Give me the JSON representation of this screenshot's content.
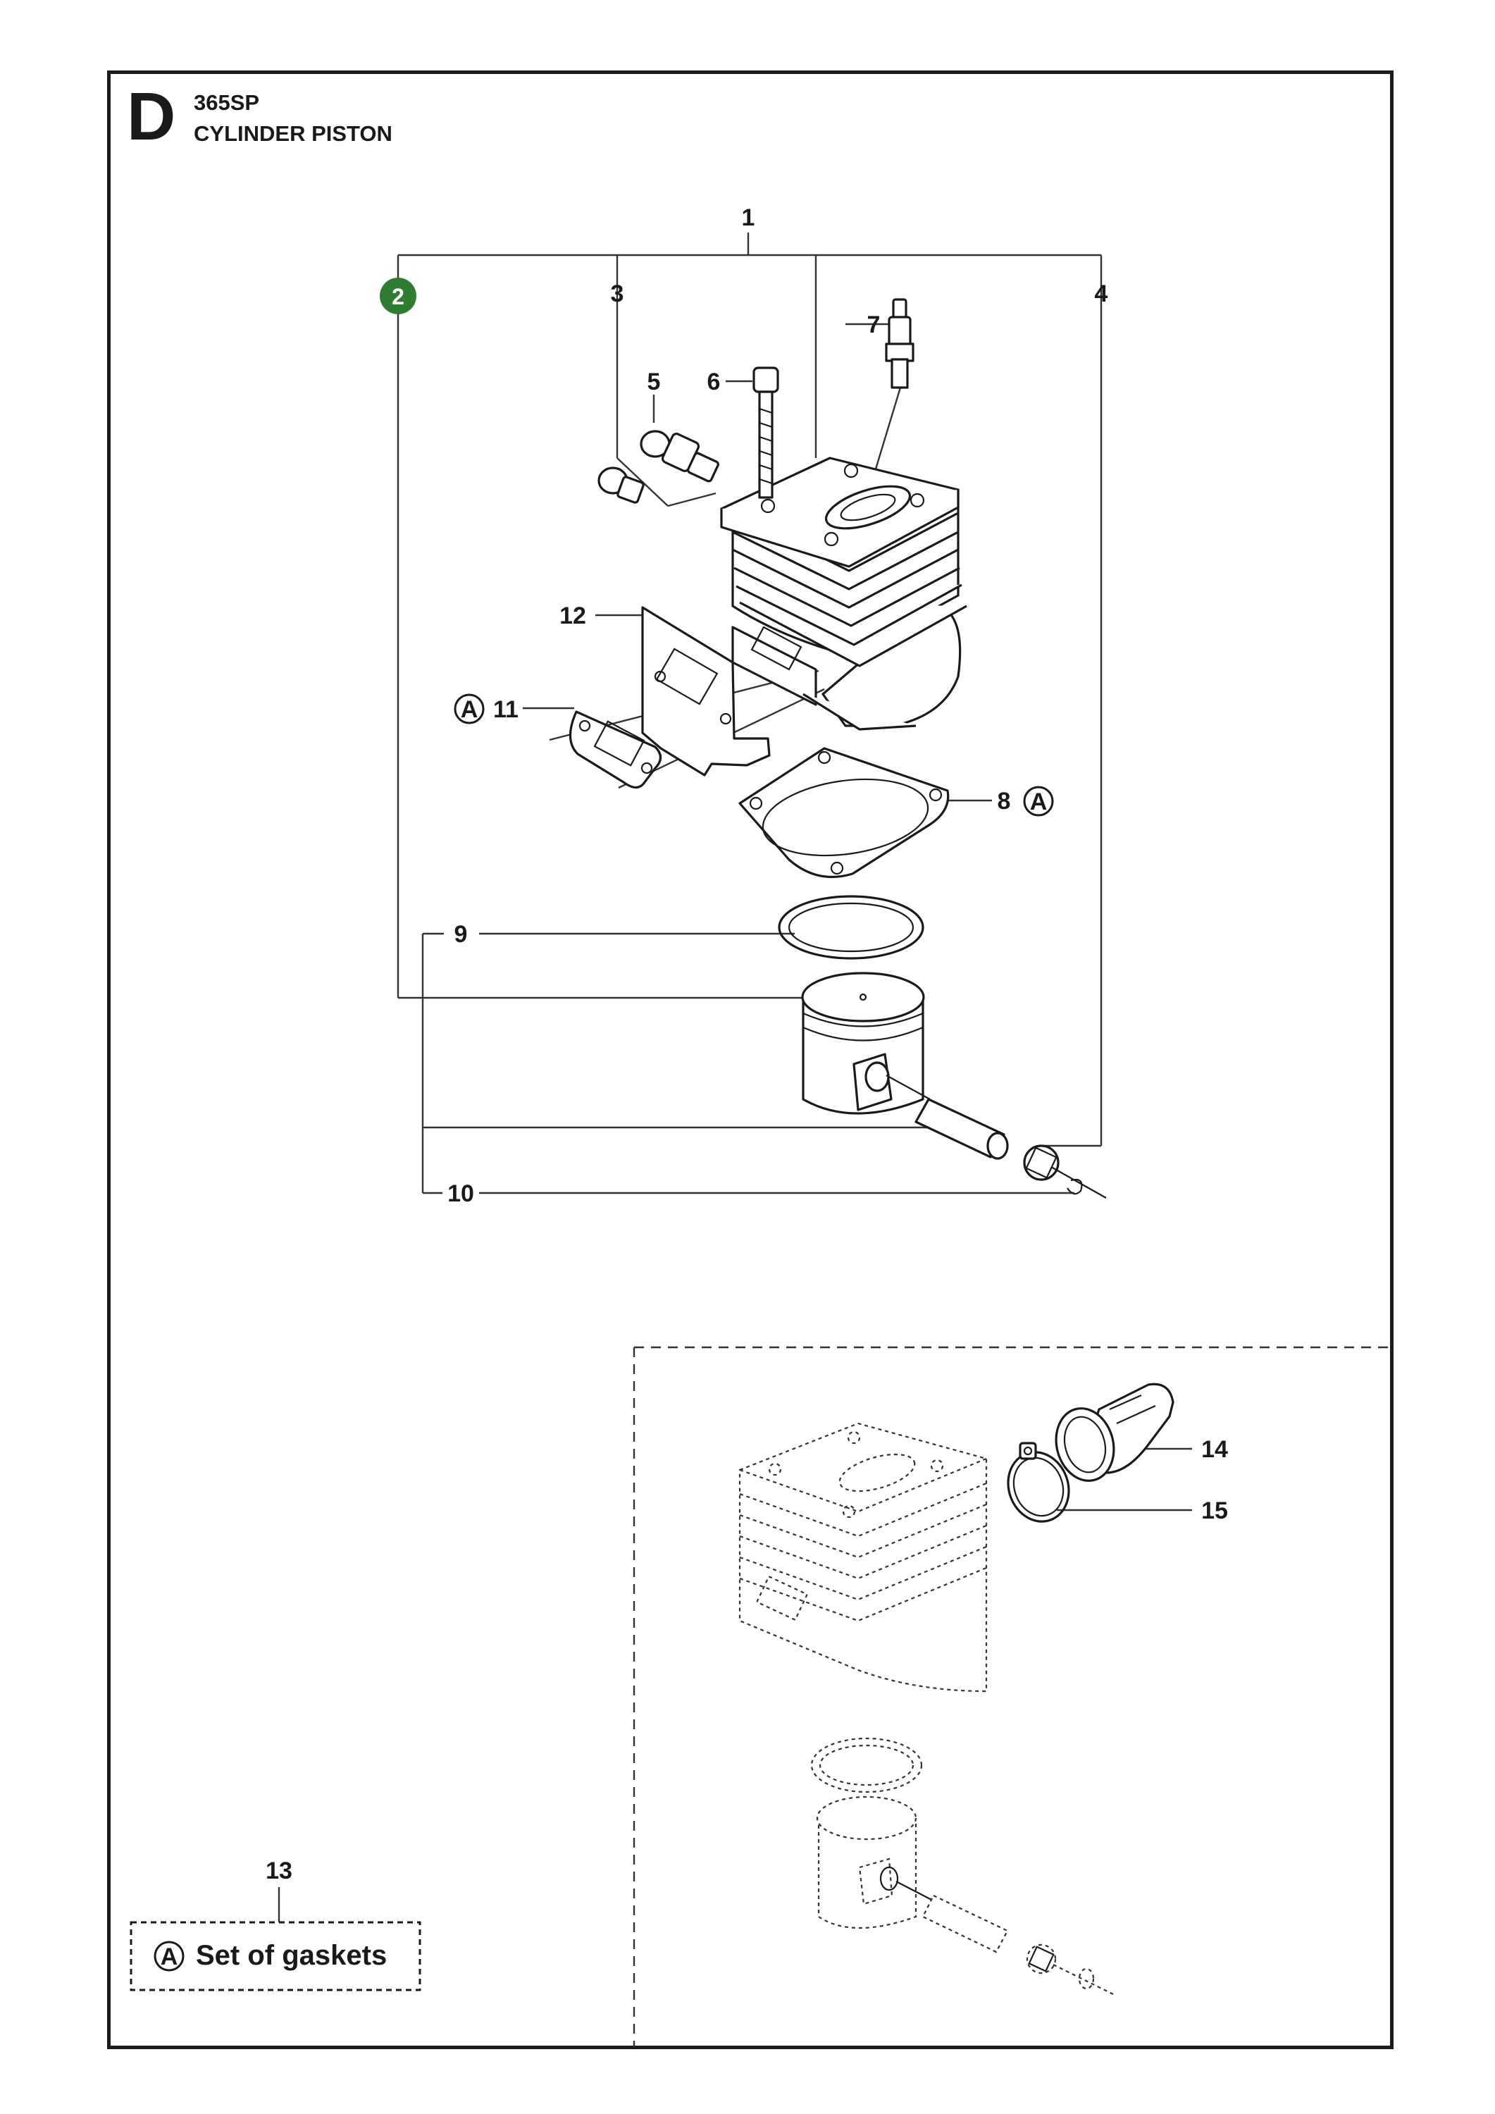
{
  "header": {
    "section_letter": "D",
    "model": "365SP",
    "title": "CYLINDER PISTON"
  },
  "badge": {
    "label": "2",
    "color": "#2e7d32"
  },
  "callouts": {
    "c1": "1",
    "c2": "3",
    "c3": "4",
    "c4": "5",
    "c5": "6",
    "c6": "7",
    "c7": "12",
    "c8": "11",
    "c9": "8",
    "c10": "9",
    "c11": "10",
    "c12": "14",
    "c13": "15",
    "c14": "13"
  },
  "marker_letter": "A",
  "gasket_set": {
    "marker": "A",
    "label": "Set of gaskets"
  },
  "colors": {
    "line": "#1a1a1a",
    "badge": "#2e7d32"
  }
}
